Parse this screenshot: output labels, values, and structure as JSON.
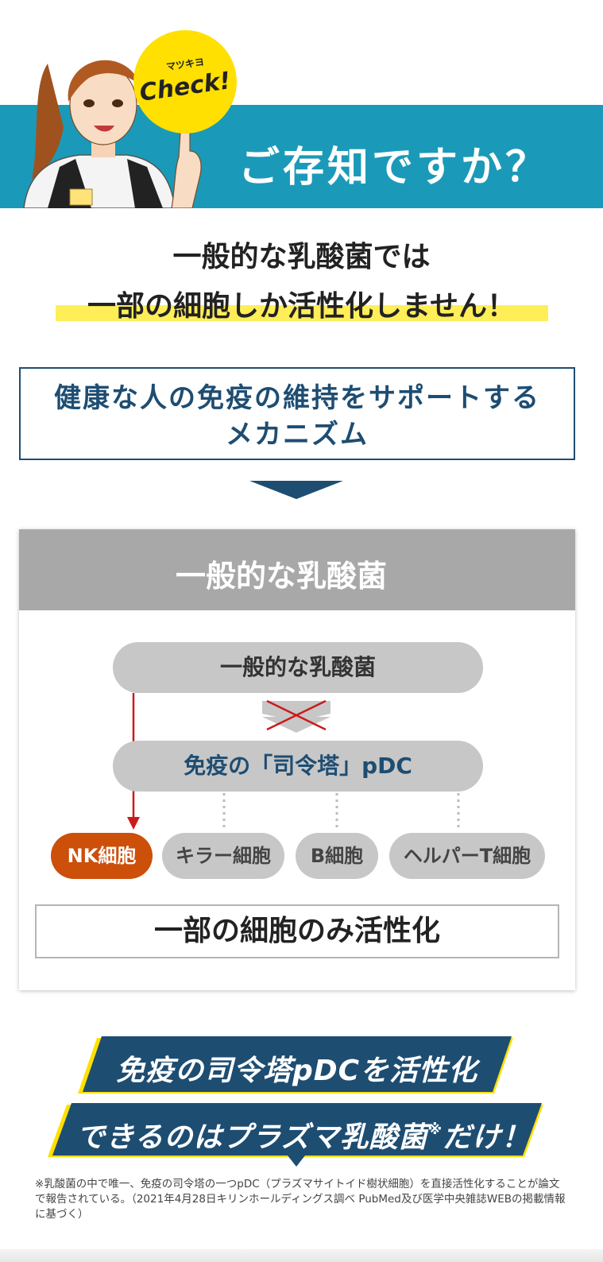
{
  "header": {
    "badge_small": "マツキヨ",
    "badge_big": "Check!",
    "title": "ご存知ですか？"
  },
  "intro": {
    "line1": "一般的な乳酸菌では",
    "line2": "一部の細胞しか活性化しません！"
  },
  "mechanism": {
    "line1": "健康な人の免疫の維持をサポートする",
    "line2": "メカニズム"
  },
  "card": {
    "heading": "一般的な乳酸菌",
    "source_pill": "一般的な乳酸菌",
    "pdc_pill": "免疫の「司令塔」pDC",
    "cells": {
      "nk": "NK細胞",
      "killer": "キラー細胞",
      "b": "B細胞",
      "helper": "ヘルパーT細胞"
    },
    "result": "一部の細胞のみ活性化"
  },
  "banners": {
    "line1": "免疫の司令塔pDCを活性化",
    "line2_main": "できるのはプラズマ乳酸菌",
    "line2_mark": "※",
    "line2_end": "だけ！"
  },
  "footnote": "※乳酸菌の中で唯一、免疫の司令塔の一つpDC（プラズマサイトイド樹状細胞）を直接活性化することが論文で報告されている。（2021年4月28日キリンホールディングス調べ PubMed及び医学中央雑誌WEBの掲載情報に基づく）",
  "colors": {
    "teal": "#1a9ab8",
    "navy": "#1e4d72",
    "yellow": "#ffe000",
    "orange": "#cc4f0a",
    "red_arrow": "#cc1a1a"
  }
}
